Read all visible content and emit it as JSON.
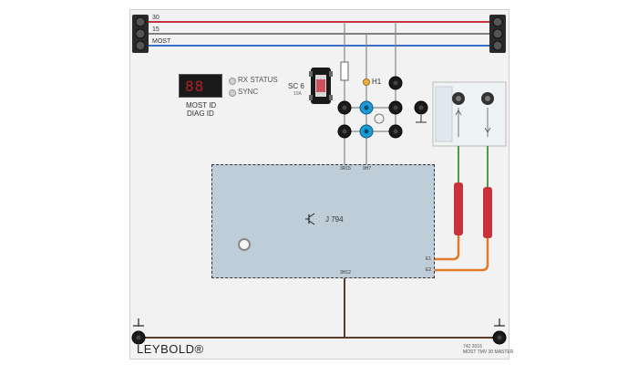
{
  "rails": [
    {
      "label": "30",
      "color": "#c8323c"
    },
    {
      "label": "15",
      "color": "#808080"
    },
    {
      "label": "MOST",
      "color": "#3a6fc8"
    }
  ],
  "display": {
    "digits": "88",
    "label_line1": "MOST ID",
    "label_line2": "DIAG ID",
    "led_rx_status": "RX STATUS",
    "led_sync": "SYNC"
  },
  "fuse": {
    "name": "SC 6",
    "rating": "10A"
  },
  "indicator": {
    "name": "H1"
  },
  "ecu": {
    "name": "J 794",
    "pin_top_left": "3R15",
    "pin_top_right": "9H7",
    "pin_bottom": "3H12",
    "pin_e1": "E1",
    "pin_e2": "E2"
  },
  "ground_symbol": "⊥",
  "brand": "LEYBOLD®",
  "footer": {
    "line1": "742 2016",
    "line2": "MOST TMV 30 MASTER"
  },
  "colors": {
    "wire_red": "#c8323c",
    "wire_gray": "#808080",
    "wire_blue": "#3a6fc8",
    "wire_brown": "#5a3c28",
    "wire_orange": "#e07a28",
    "wire_green": "#4a9a4a",
    "jack_blue": "#1e9ad6"
  }
}
